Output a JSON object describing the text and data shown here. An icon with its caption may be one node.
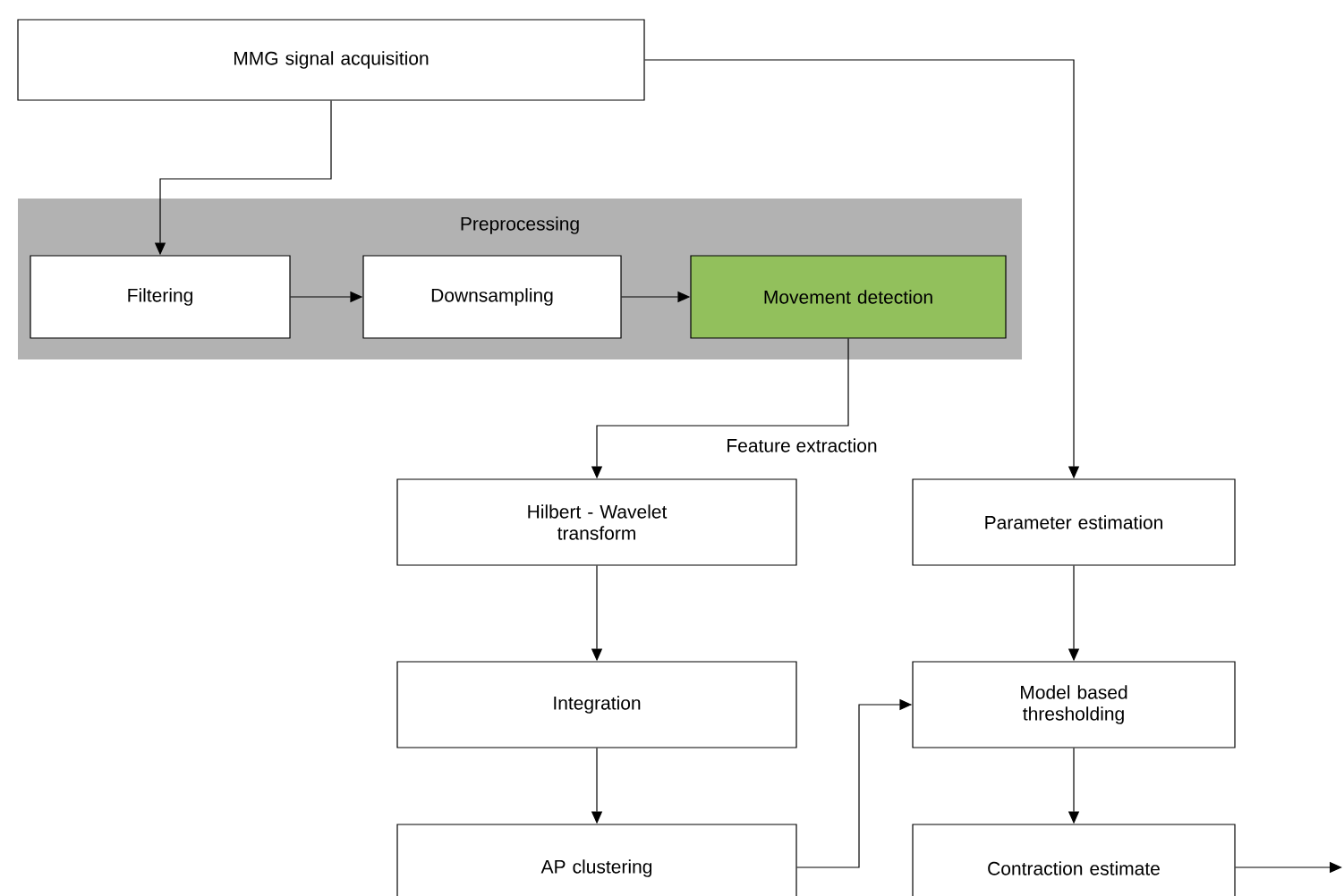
{
  "diagram": {
    "nodes": [
      {
        "text": [
          "MMG signal acquisition"
        ]
      },
      {
        "text": [
          "Preprocessing"
        ]
      },
      {
        "text": [
          "Filtering"
        ],
        "in": 1
      },
      {
        "text": [
          "Downsampling"
        ],
        "in": 1
      },
      {
        "text": [
          "Movement detection"
        ],
        "in": 1
      },
      {
        "text": [
          "Hilbert - Wavelet transform"
        ]
      },
      {
        "text": [
          "Parameter estimation"
        ]
      },
      {
        "text": [
          "Integration"
        ]
      },
      {
        "text": [
          "Model based thresholding"
        ]
      },
      {
        "text": [
          "AP clustering"
        ]
      },
      {
        "text": [
          "Contraction estimate"
        ]
      }
    ],
    "edges": [
      {
        "from": 0,
        "to": 2,
        "arrow": "to"
      },
      {
        "from": 0,
        "to": 6,
        "arrow": "to"
      },
      {
        "from": 2,
        "to": 3,
        "arrow": "to"
      },
      {
        "from": 3,
        "to": 4,
        "arrow": "to"
      },
      {
        "from": 4,
        "to": 5,
        "arrow": "to",
        "label": "Feature extraction"
      },
      {
        "from": 5,
        "to": 7,
        "arrow": "to"
      },
      {
        "from": 7,
        "to": 9,
        "arrow": "to"
      },
      {
        "from": 9,
        "to": 8,
        "arrow": "to"
      },
      {
        "from": 6,
        "to": 8,
        "arrow": "to"
      },
      {
        "from": 8,
        "to": 10,
        "arrow": "to"
      },
      {
        "from": 10,
        "to": null,
        "arrow": "to"
      }
    ]
  }
}
